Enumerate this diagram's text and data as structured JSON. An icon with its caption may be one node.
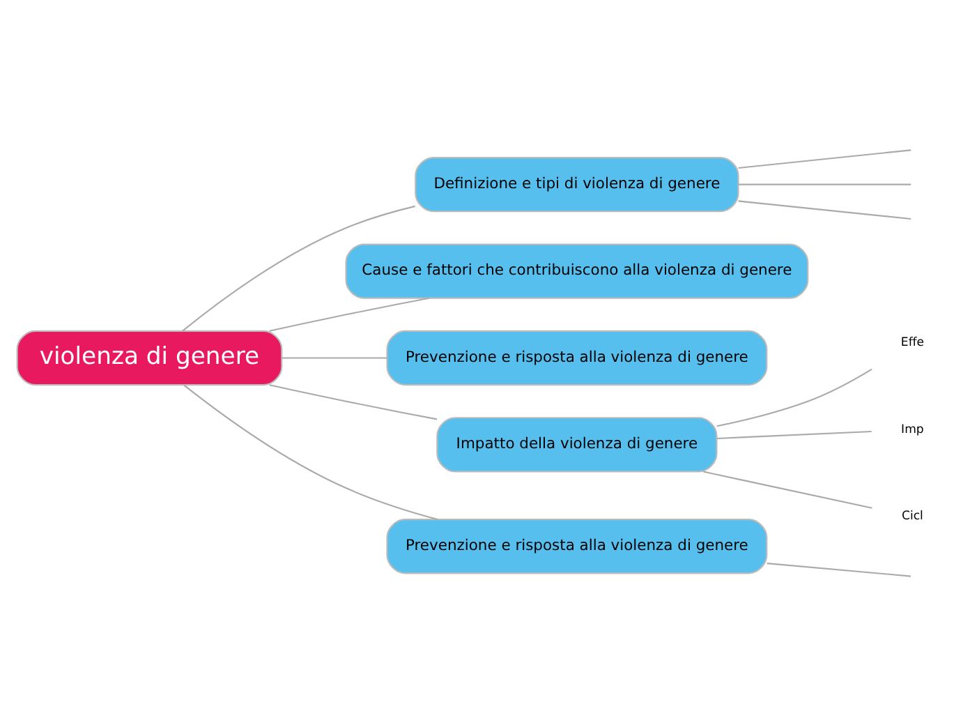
{
  "diagram": {
    "nodes": [
      {
        "text": [
          "violenza di genere"
        ]
      },
      {
        "text": [
          "Definizione e tipi di violenza di genere"
        ]
      },
      {
        "text": [
          "Cause e fattori che contribuiscono alla violenza di genere"
        ]
      },
      {
        "text": [
          "Prevenzione e risposta alla violenza di genere"
        ]
      },
      {
        "text": [
          "Impatto della violenza di genere"
        ]
      },
      {
        "text": [
          "Prevenzione e risposta alla violenza di genere"
        ]
      },
      {
        "text": [
          "Effe"
        ]
      },
      {
        "text": [
          "Imp"
        ]
      },
      {
        "text": [
          "Cicl"
        ]
      }
    ],
    "edges": [
      {
        "from": 0,
        "to": 1,
        "arrow": "none"
      },
      {
        "from": 0,
        "to": 2,
        "arrow": "none"
      },
      {
        "from": 0,
        "to": 3,
        "arrow": "none"
      },
      {
        "from": 0,
        "to": 4,
        "arrow": "none"
      },
      {
        "from": 0,
        "to": 5,
        "arrow": "none"
      },
      {
        "from": 4,
        "to": 6,
        "arrow": "none"
      },
      {
        "from": 4,
        "to": 7,
        "arrow": "none"
      },
      {
        "from": 4,
        "to": 8,
        "arrow": "none"
      },
      {
        "from": 1,
        "to": null,
        "arrow": "none"
      },
      {
        "from": 1,
        "to": null,
        "arrow": "none"
      },
      {
        "from": 1,
        "to": null,
        "arrow": "none"
      },
      {
        "from": 5,
        "to": null,
        "arrow": "none"
      }
    ]
  }
}
